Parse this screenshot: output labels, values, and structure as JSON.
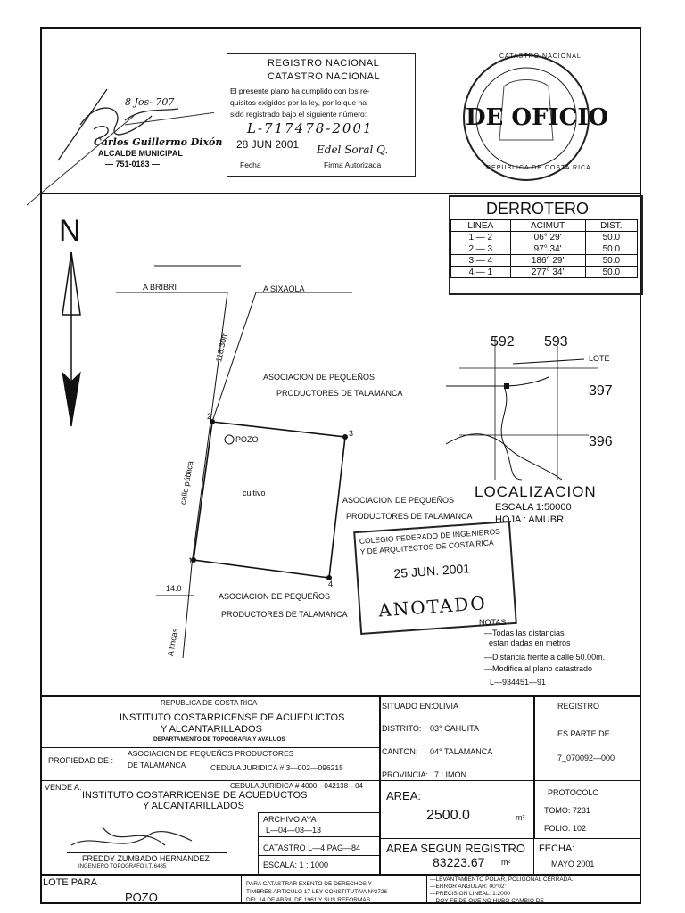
{
  "registry_stamp": {
    "title1": "REGISTRO NACIONAL",
    "title2": "CATASTRO NACIONAL",
    "text_line1": "El presente plano ha cumplido con los re-",
    "text_line2": "quisitos exigidos por la ley, por lo que ha",
    "text_line3": "sido registrado bajo el siguiente número:",
    "number": "L-717478-2001",
    "date": "28 JUN 2001",
    "fecha_label": "Fecha",
    "firma_label": "Firma Autorizada"
  },
  "signature_block": {
    "name": "Carlos Guillermo Dixón",
    "role": "ALCALDE MUNICIPAL",
    "phone": "— 751-0183 —"
  },
  "round_seal": {
    "top": "CATASTRO NACIONAL",
    "center": "DE OFICIO",
    "bottom": "REPUBLICA DE COSTA RICA"
  },
  "derrotero": {
    "title": "DERROTERO",
    "headers": [
      "LINEA",
      "ACIMUT",
      "DIST."
    ],
    "rows": [
      [
        "1 — 2",
        "06° 29'",
        "50.0"
      ],
      [
        "2 — 3",
        "97° 34'",
        "50.0"
      ],
      [
        "3 — 4",
        "186° 29'",
        "50.0"
      ],
      [
        "4 — 1",
        "277° 34'",
        "50.0"
      ]
    ]
  },
  "plan": {
    "north": "N",
    "road_bribri": "A BRIBRI",
    "road_sixaola": "A SIXAOLA",
    "street_label": "calle pública",
    "distance_vertical": "118.30m",
    "neighbor_top_1": "ASOCIACION  DE PEQUEÑOS",
    "neighbor_top_2": "PRODUCTORES DE TALAMANCA",
    "neighbor_right_1": "ASOCIACION  DE PEQUEÑOS",
    "neighbor_right_2": "PRODUCTORES DE TALAMANCA",
    "neighbor_bottom_1": "ASOCIACION  DE PEQUEÑOS",
    "neighbor_bottom_2": "PRODUCTORES DE TALAMANCA",
    "pozo": "POZO",
    "cultivo": "cultivo",
    "vertex_1": "1",
    "vertex_2": "2",
    "vertex_3": "3",
    "vertex_4": "4",
    "width_label": "14.0",
    "road_fincas": "A fincas"
  },
  "location_map": {
    "grid_592": "592",
    "grid_593": "593",
    "grid_397": "397",
    "grid_396": "396",
    "lote": "LOTE",
    "title": "LOCALIZACION",
    "scale": "ESCALA 1:50000",
    "sheet": "HOJA : AMUBRI"
  },
  "college_stamp": {
    "line1": "COLEGIO FEDERADO DE INGENIEROS",
    "line2": "Y DE ARQUITECTOS DE COSTA RICA",
    "date": "25 JUN. 2001",
    "anotado": "ANOTADO"
  },
  "notes": {
    "title": "NOTAS",
    "n1a": "—Todas las distancias",
    "n1b": "estan dadas en metros",
    "n2": "—Distancia frente a calle 50.00m.",
    "n3": "—Modifica al plano catastrado",
    "n3b": "L—934451—91"
  },
  "title_block": {
    "republica": "REPUBLICA DE COSTA RICA",
    "instituto_1": "INSTITUTO COSTARRICENSE DE ACUEDUCTOS",
    "instituto_2": "Y ALCANTARILLADOS",
    "departamento": "DEPARTAMENTO DE TOPOGRAFIA Y AVALUOS",
    "situado_label": "SITUADO EN:",
    "situado_value": "OLIVIA",
    "distrito_label": "DISTRITO:",
    "distrito_value": "03° CAHUITA",
    "canton_label": "CANTON:",
    "canton_value": "04° TALAMANCA",
    "provincia_label": "PROVINCIA:",
    "provincia_value": "7  LIMON",
    "registro_label": "REGISTRO",
    "registro_parte": "ES PARTE DE",
    "registro_value": "7_070092—000",
    "propiedad_label": "PROPIEDAD DE :",
    "propiedad_1": "ASOCIACION DE PEQUEÑOS PRODUCTORES",
    "propiedad_2": "DE TALAMANCA",
    "cedula_1": "CEDULA JURIDICA # 3—002—096215",
    "vende_label": "VENDE A:",
    "cedula_2": "CEDULA JURIDICA # 4000—042138—04",
    "comprador_1": "INSTITUTO COSTARRICENSE DE ACUEDUCTOS",
    "comprador_2": "Y ALCANTARILLADOS",
    "area_label": "AREA:",
    "area_value": "2500.0",
    "area_unit": "m²",
    "protocolo_label": "PROTOCOLO",
    "tomo": "TOMO:  7231",
    "folio": "FOLIO: 102",
    "archivo_label": "ARCHIVO AYA",
    "archivo_value": "L—04—03—13",
    "catastro_ref": "CATASTRO L—4 PAG—84",
    "escala": "ESCALA:   1 : 1000",
    "area_registro_label": "AREA SEGUN REGISTRO",
    "area_registro_value": "83223.67",
    "area_registro_unit": "m²",
    "fecha_label": "FECHA:",
    "fecha_value": "MAYO 2001",
    "engineer": "FREDDY ZUMBADO HERNANDEZ",
    "engineer_title": "INGENIERO TOPOGRAFO I.T. 6485",
    "lote_para": "LOTE PARA",
    "pozo": "POZO",
    "legal_1": "PARA CATASTRAR EXENTO DE DERECHOS Y",
    "legal_2": "TIMBRES ARTICULO 17 LEY CONSTITUTIVA Nº2726",
    "legal_3": "DEL 14 DE ABRIL DE 1961 Y SUS REFORMAS",
    "tech_1": "—LEVANTAMIENTO POLAR, POLIGONAL CERRADA.",
    "tech_2": "—ERROR ANGULAR:  00°02'",
    "tech_3": "—PRECISION LINEAL:  1:2000",
    "tech_4": "—DOY FE DE QUE NO HUBO CAMBIO DE"
  }
}
